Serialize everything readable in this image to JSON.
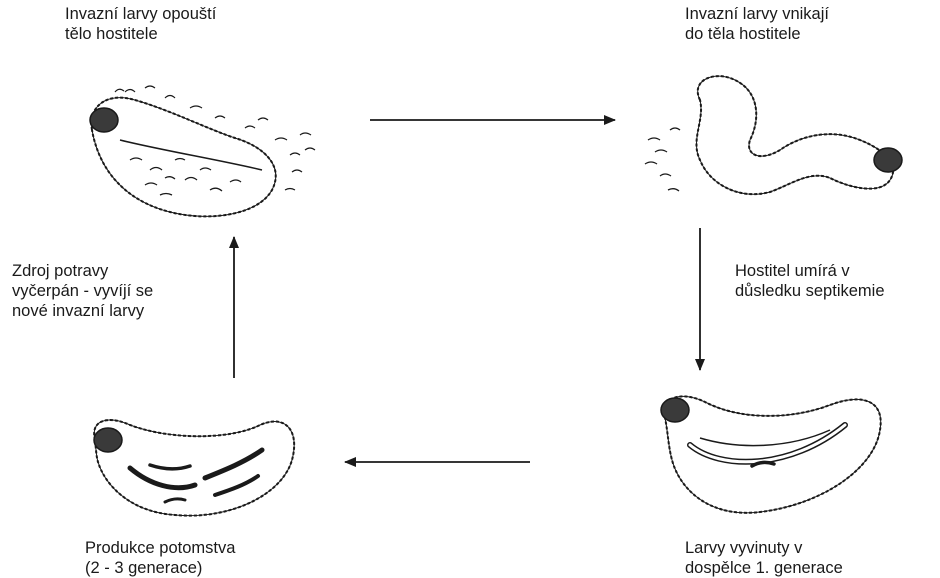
{
  "stages": {
    "top_left": {
      "lines": [
        "Invazní larvy opouští",
        "tělo hostitele"
      ]
    },
    "top_right": {
      "lines": [
        "Invazní larvy vnikají",
        "do těla hostitele"
      ]
    },
    "right_transition": {
      "lines": [
        "Hostitel umírá v",
        "důsledku septikemie"
      ]
    },
    "left_transition": {
      "lines": [
        "Zdroj potravy",
        "vyčerpán - vyvíjí se",
        "nové invazní larvy"
      ]
    },
    "bottom_left": {
      "lines": [
        "Produkce potomstva",
        "(2 - 3 generace)"
      ]
    },
    "bottom_right": {
      "lines": [
        "Larvy vyvinuty v",
        "dospělce 1. generace"
      ]
    }
  },
  "colors": {
    "ink": "#1a1a1a",
    "background": "#ffffff"
  }
}
